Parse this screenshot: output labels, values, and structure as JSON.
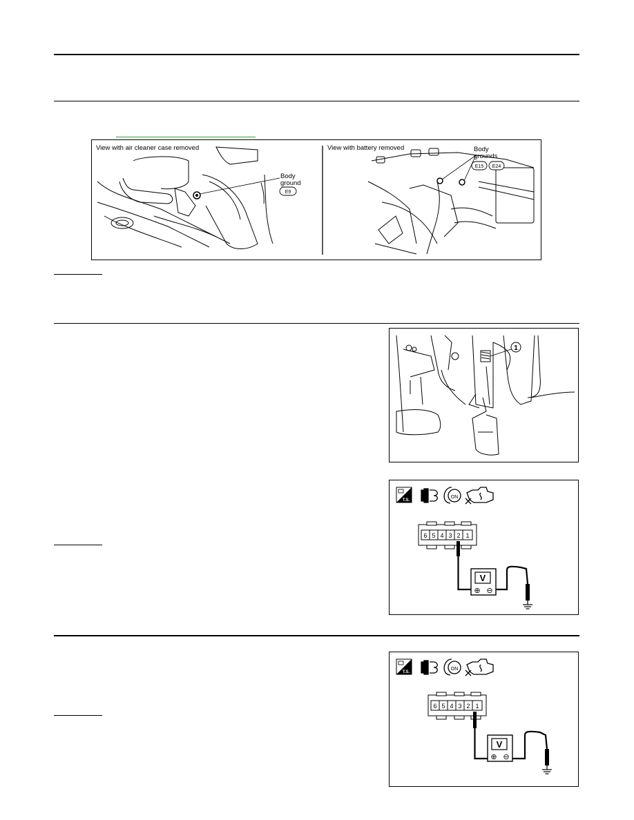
{
  "figure_ground": {
    "left_caption": "View with air cleaner case removed",
    "left_label_line1": "Body",
    "left_label_line2": "ground",
    "left_connector": "E9",
    "right_caption": "View with battery removed",
    "right_label_line1": "Body",
    "right_label_line2": "grounds",
    "right_connector_1": "E15",
    "right_connector_2": "E24"
  },
  "figure_pedal": {
    "callout": "1"
  },
  "figure_meter_1": {
    "ts_label": "T.S.",
    "on_label": "ON",
    "pins": [
      "6",
      "5",
      "4",
      "3",
      "2",
      "1"
    ],
    "meter_label": "V",
    "plus": "⊕",
    "minus": "⊖"
  },
  "figure_meter_2": {
    "ts_label": "T.S.",
    "on_label": "ON",
    "pins": [
      "6",
      "5",
      "4",
      "3",
      "2",
      "1"
    ],
    "meter_label": "V",
    "plus": "⊕",
    "minus": "⊖"
  },
  "colors": {
    "link": "#2ea02e",
    "ink": "#000000"
  }
}
